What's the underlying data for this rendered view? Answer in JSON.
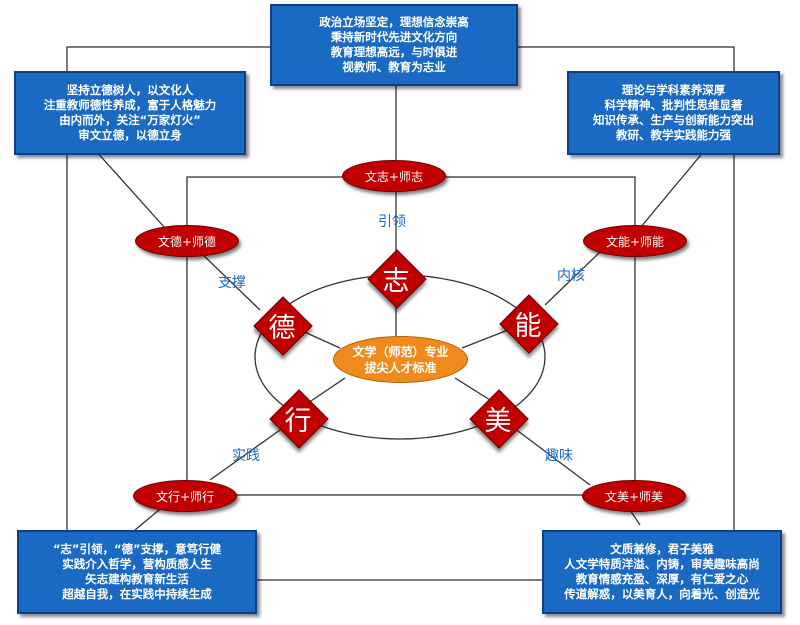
{
  "boxes": {
    "top": [
      "政治立场坚定，理想信念崇高",
      "秉持新时代先进文化方向",
      "教育理想高远，与时俱进",
      "视教师、教育为志业"
    ],
    "top_left": [
      "坚持立德树人，以文化人",
      "注重教师德性养成，富于人格魅力",
      "由内而外，关注“万家灯火”",
      "审文立德，以德立身"
    ],
    "top_right": [
      "理论与学科素养深厚",
      "科学精神、批判性思维显著",
      "知识传承、生产与创新能力突出",
      "教研、教学实践能力强"
    ],
    "bottom_left": [
      "“志”引领，“德”支撑，意笃行健",
      "实践介入哲学，营构质感人生",
      "矢志建构教育新生活",
      "超越自我，在实践中持续生成"
    ],
    "bottom_right": [
      "文质兼修，君子美雅",
      "人文学特质洋溢、内铸，审美趣味高尚",
      "教育情感充盈、深厚，有仁爱之心",
      "传道解惑，以美育人，向着光、创造光"
    ]
  },
  "ovals": {
    "top": "文志+师志",
    "left": "文德+师德",
    "right": "文能+师能",
    "bottom_left": "文行+师行",
    "bottom_right": "文美+师美"
  },
  "diamonds": {
    "zhi": "志",
    "de": "德",
    "neng": "能",
    "xing": "行",
    "mei": "美"
  },
  "labels": {
    "yinling": "引领",
    "zhicheng": "支撑",
    "neihe": "内核",
    "shijian": "实践",
    "quwei": "趣味"
  },
  "center": [
    "文学（师范）专业",
    "拔尖人才标准"
  ],
  "colors": {
    "box_blue": "#1a6ac4",
    "red": "#c00000",
    "orange": "#f08a1c",
    "label_blue": "#1a6ac4"
  }
}
